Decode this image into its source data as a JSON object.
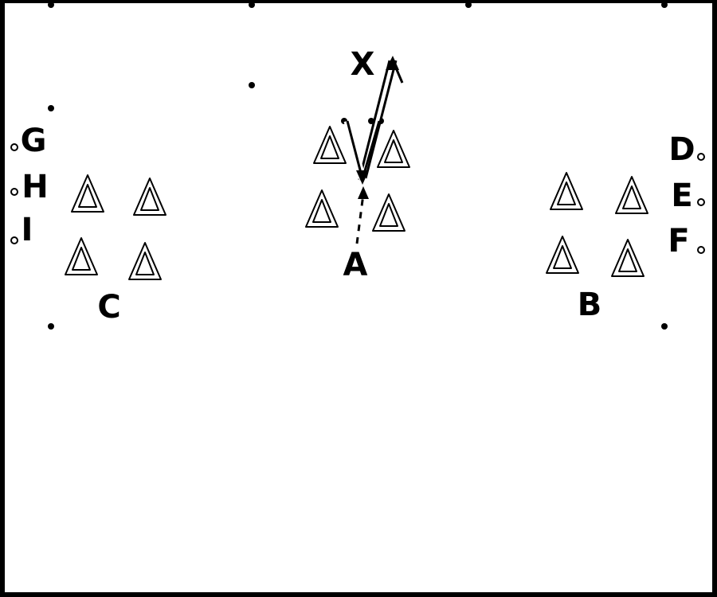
{
  "colors": {
    "background": "#ffffff",
    "lines": "#000000",
    "outside": "#000000"
  },
  "labels": {
    "player_a": "A",
    "group_b": "B",
    "group_c": "C",
    "target_x": "X",
    "station_d": "D",
    "station_e": "E",
    "station_f": "F",
    "station_g": "G",
    "station_h": "H",
    "station_i": "I"
  },
  "icons": {
    "cone": "cone-icon",
    "station": "station-dot-icon",
    "arrow": "pass-arrow-icon"
  }
}
